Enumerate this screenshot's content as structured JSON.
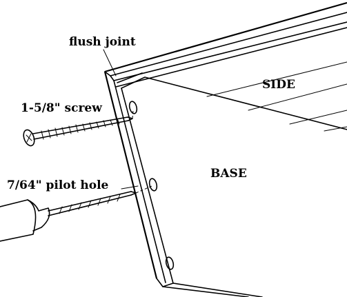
{
  "labels": {
    "flush_joint": "flush joint",
    "screw": "1-5/8\" screw",
    "pilot_hole": "7/64\" pilot hole",
    "side": "SIDE",
    "base": "BASE"
  },
  "colors": {
    "ink": "#000000",
    "paper": "#ffffff"
  }
}
